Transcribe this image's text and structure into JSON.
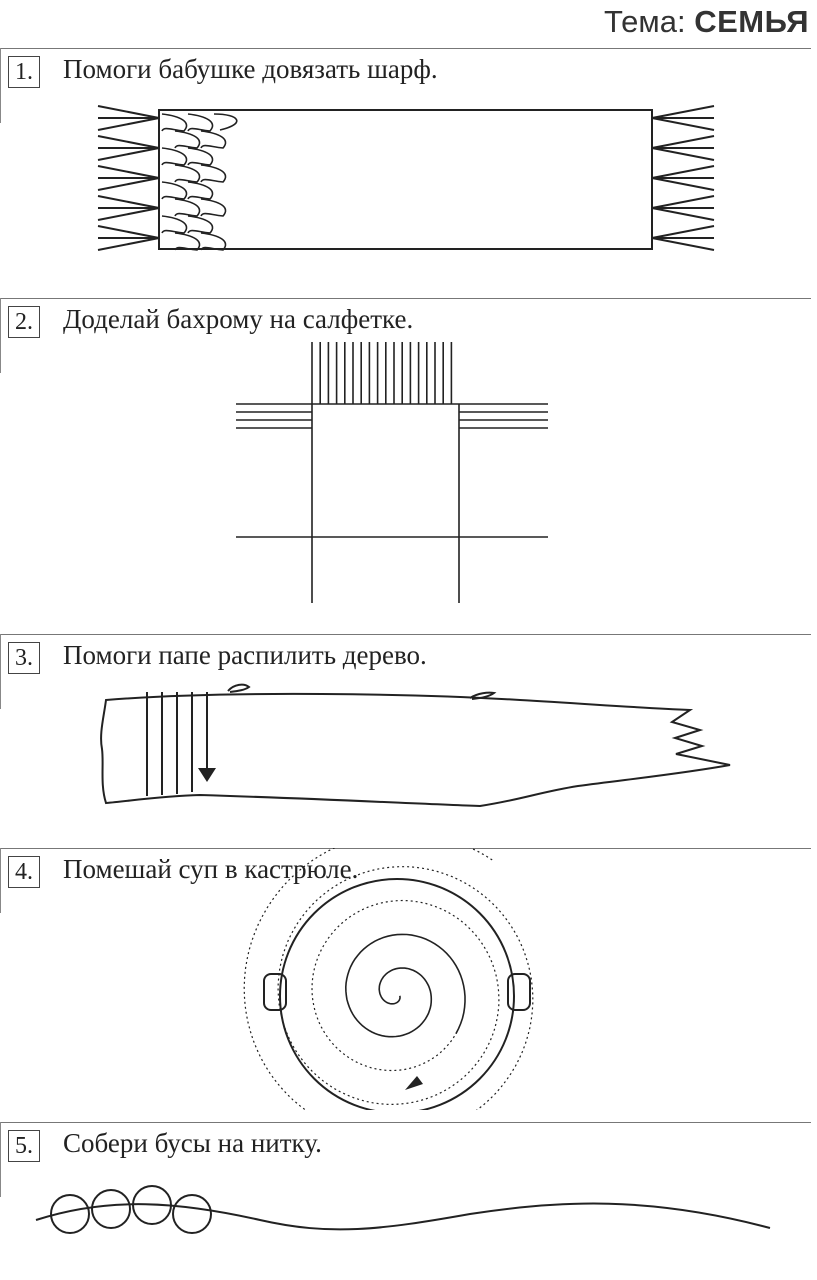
{
  "topic": {
    "prefix": "Тема:",
    "name": "СЕМЬЯ"
  },
  "tasks": [
    {
      "num": "1.",
      "text": "Помоги  бабушке  довязать  шарф."
    },
    {
      "num": "2.",
      "text": "Доделай бахрому на салфетке."
    },
    {
      "num": "3.",
      "text": "Помоги папе  распилить  дерево."
    },
    {
      "num": "4.",
      "text": "Помешай суп в кастрюле."
    },
    {
      "num": "5.",
      "text": "Собери бусы на нитку."
    }
  ],
  "colors": {
    "ink": "#222222",
    "rule": "#777777"
  },
  "icons": [
    "scarf-drawing",
    "napkin-drawing",
    "log-drawing",
    "pot-drawing",
    "beads-drawing"
  ]
}
